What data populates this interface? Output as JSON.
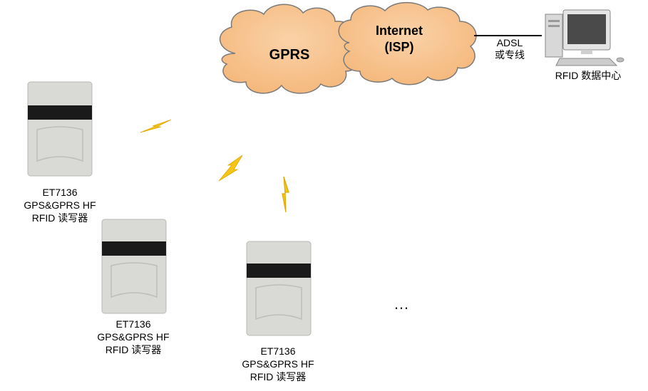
{
  "clouds": {
    "gprs_label": "GPRS",
    "internet_label_line1": "Internet",
    "internet_label_line2": "(ISP)",
    "fill_color": "#F9C08A",
    "stroke_color": "#7A7A7A"
  },
  "link": {
    "label_line1": "ADSL",
    "label_line2": "或专线"
  },
  "server": {
    "caption": "RFID 数据中心"
  },
  "readers": [
    {
      "line1": "ET7136",
      "line2": "GPS&GPRS HF",
      "line3": "RFID 读写器"
    },
    {
      "line1": "ET7136",
      "line2": "GPS&GPRS HF",
      "line3": "RFID 读写器"
    },
    {
      "line1": "ET7136",
      "line2": "GPS&GPRS HF",
      "line3": "RFID 读写器"
    }
  ],
  "more_indicator": "…",
  "colors": {
    "lightning": "#F5C518",
    "reader_body": "#D9D9D6",
    "reader_band": "#1A1A1A"
  }
}
